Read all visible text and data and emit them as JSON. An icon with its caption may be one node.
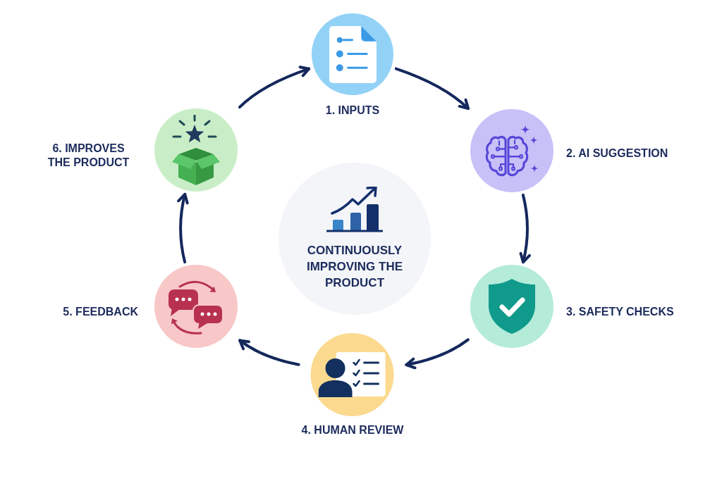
{
  "diagram": {
    "nodes": [
      {
        "text": [
          "1. INPUTS"
        ]
      },
      {
        "text": [
          "2. AI SUGGESTION"
        ]
      },
      {
        "text": [
          "3. SAFETY CHECKS"
        ]
      },
      {
        "text": [
          "4. HUMAN REVIEW"
        ]
      },
      {
        "text": [
          "5. FEEDBACK"
        ]
      },
      {
        "text": [
          "6. IMPROVES THE PRODUCT"
        ]
      },
      {
        "text": [
          "CONTINUOUSLY IMPROVING THE PRODUCT"
        ]
      }
    ],
    "edges": [
      {
        "from": 0,
        "to": 1,
        "arrow": "to"
      },
      {
        "from": 1,
        "to": 2,
        "arrow": "to"
      },
      {
        "from": 2,
        "to": 3,
        "arrow": "to"
      },
      {
        "from": 3,
        "to": 4,
        "arrow": "to"
      },
      {
        "from": 4,
        "to": 5,
        "arrow": "to"
      },
      {
        "from": 5,
        "to": 0,
        "arrow": "to"
      }
    ]
  }
}
